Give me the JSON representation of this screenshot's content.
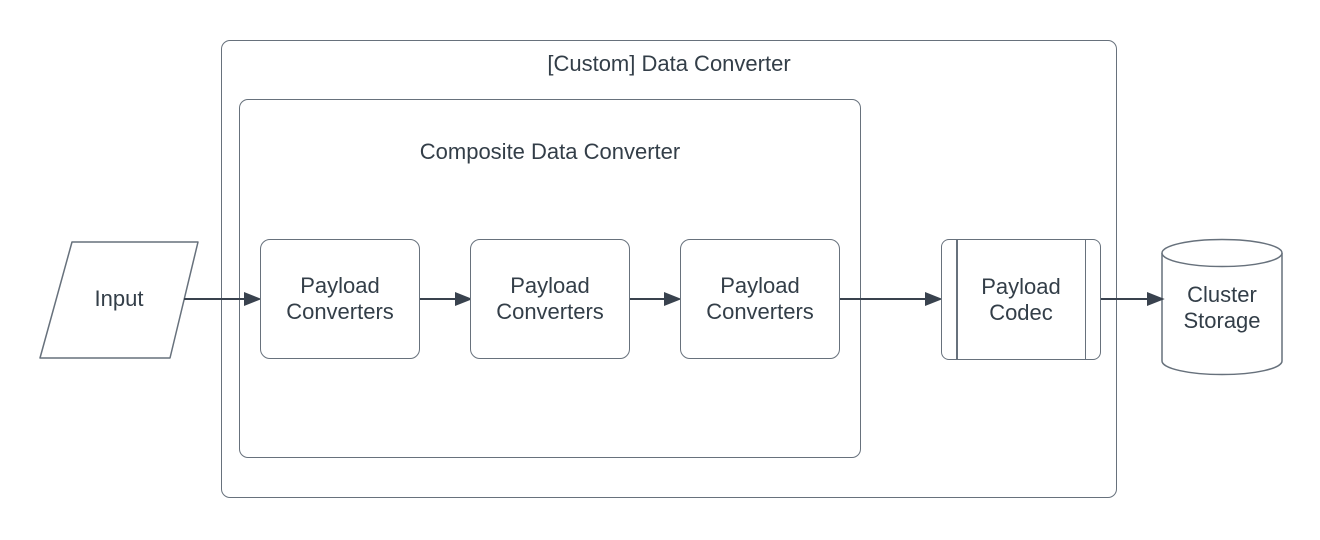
{
  "diagram": {
    "outer_group": {
      "title": "[Custom] Data Converter"
    },
    "inner_group": {
      "title": "Composite Data Converter"
    },
    "nodes": {
      "input": {
        "label": "Input",
        "shape": "parallelogram"
      },
      "payload_converters_1": {
        "label": "Payload\nConverters",
        "shape": "rounded-rectangle"
      },
      "payload_converters_2": {
        "label": "Payload\nConverters",
        "shape": "rounded-rectangle"
      },
      "payload_converters_3": {
        "label": "Payload\nConverters",
        "shape": "rounded-rectangle"
      },
      "payload_codec": {
        "label": "Payload\nCodec",
        "shape": "subroutine"
      },
      "cluster_storage": {
        "label": "Cluster\nStorage",
        "shape": "cylinder"
      }
    },
    "connections": [
      {
        "from": "input",
        "to": "payload_converters_1"
      },
      {
        "from": "payload_converters_1",
        "to": "payload_converters_2"
      },
      {
        "from": "payload_converters_2",
        "to": "payload_converters_3"
      },
      {
        "from": "payload_converters_3",
        "to": "payload_codec"
      },
      {
        "from": "payload_codec",
        "to": "cluster_storage"
      }
    ],
    "palette": {
      "stroke": "#67717c",
      "arrow": "#39424e",
      "text": "#333e48",
      "background": "#ffffff"
    }
  }
}
